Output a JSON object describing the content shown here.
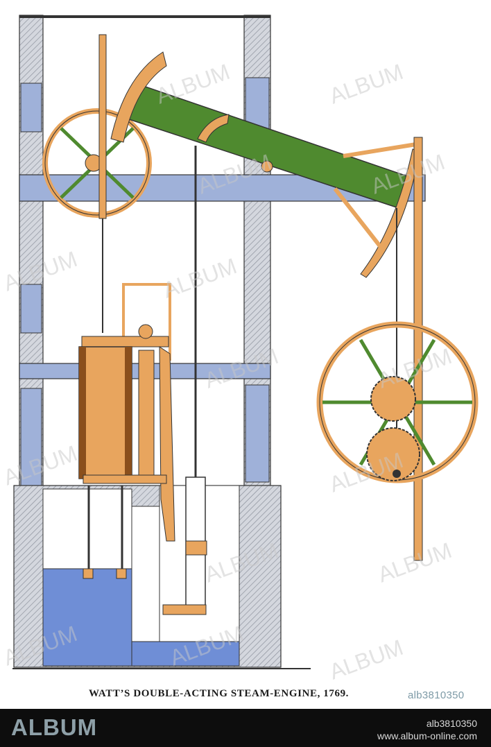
{
  "illustration": {
    "caption": "WATT’S DOUBLE-ACTING STEAM-ENGINE, 1769.",
    "image_id": "alb3810350",
    "watermark": "ALBUM",
    "colors": {
      "beam": "#4f8a2f",
      "brass": "#e8a55e",
      "frame": "#9fb1d9",
      "hatch": "#c7cbd3",
      "water": "#6f8ed6",
      "outline": "#333333"
    }
  },
  "footer": {
    "brand": "ALBUM",
    "reference_id": "alb3810350",
    "website": "www.album-online.com"
  }
}
